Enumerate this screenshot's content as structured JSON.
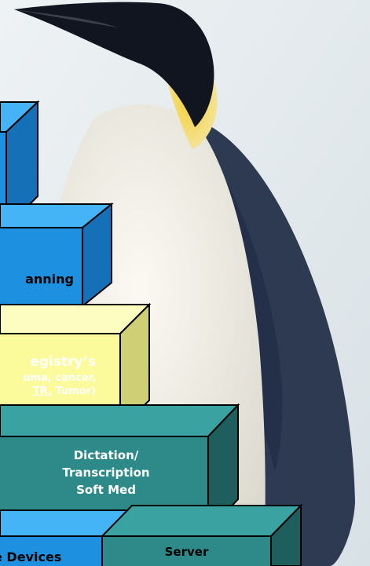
{
  "boxes": {
    "planning": {
      "label": "anning"
    },
    "registry": {
      "line1": "egistry’s",
      "line2": "uma, cancer,",
      "line3_link": "TR,",
      "line3_rest": " Tumor)"
    },
    "dictation": {
      "line1": "Dictation/",
      "line2": "Transcription",
      "line3": "Soft Med"
    },
    "devices": {
      "label": "e Devices"
    },
    "server": {
      "label": "Server"
    }
  },
  "colors": {
    "blue_front": "#1e90e0",
    "blue_top": "#44b4f6",
    "blue_side": "#1670b8",
    "yellow_front": "#fbfb9c",
    "teal_front": "#2e8a88",
    "teal_top": "#3aa2a0",
    "teal_side": "#1e5f5e"
  }
}
